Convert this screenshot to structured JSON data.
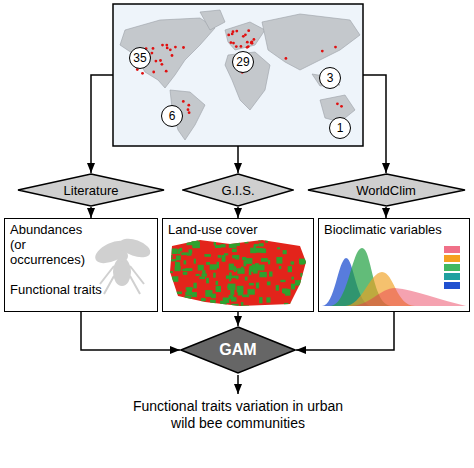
{
  "diagram": {
    "nodes": [
      {
        "text": []
      },
      {
        "text": [
          "35"
        ],
        "in": 0
      },
      {
        "text": [
          "29"
        ],
        "in": 0
      },
      {
        "text": [
          "3"
        ],
        "in": 0
      },
      {
        "text": [
          "6"
        ],
        "in": 0
      },
      {
        "text": [
          "1"
        ],
        "in": 0
      },
      {
        "text": [
          "Literature"
        ]
      },
      {
        "text": [
          "G.I.S."
        ]
      },
      {
        "text": [
          "WorldClim"
        ]
      },
      {
        "text": [
          "Abundances (or occurrences)",
          "Functional traits"
        ]
      },
      {
        "text": [
          "Land-use cover"
        ]
      },
      {
        "text": [
          "Bioclimatic variables"
        ]
      },
      {
        "text": [
          "GAM"
        ]
      }
    ],
    "edges": [
      {
        "from": 0,
        "to": 6,
        "arrow": "to"
      },
      {
        "from": 0,
        "to": 7,
        "arrow": "to"
      },
      {
        "from": 0,
        "to": 8,
        "arrow": "to"
      },
      {
        "from": 6,
        "to": 9,
        "arrow": "to"
      },
      {
        "from": 7,
        "to": 10,
        "arrow": "to"
      },
      {
        "from": 8,
        "to": 11,
        "arrow": "to"
      },
      {
        "from": 9,
        "to": 12,
        "arrow": "to"
      },
      {
        "from": 10,
        "to": 12,
        "arrow": "to"
      },
      {
        "from": 11,
        "to": 12,
        "arrow": "to"
      }
    ],
    "labels": [
      "Functional traits variation in urban wild bee communities"
    ]
  }
}
